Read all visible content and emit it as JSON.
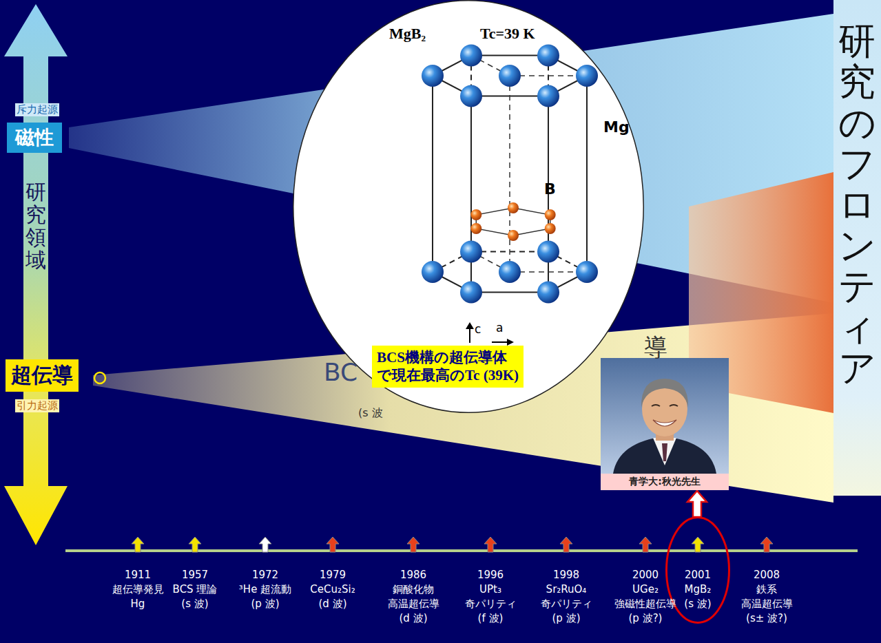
{
  "diagram": {
    "nodes": [
      {
        "text": [
          "磁性"
        ]
      },
      {
        "text": [
          "超伝導"
        ]
      },
      {
        "text": [
          "MgB₂",
          "Tc=39 K"
        ]
      },
      {
        "text": [
          "BCS機構の超伝導体で現在最高のTc (39K)"
        ],
        "in": 2
      },
      {
        "text": [
          "青学大:秋光先生"
        ]
      },
      {
        "text": [
          "2001",
          "MgB₂",
          "(s 波)"
        ]
      }
    ],
    "edges": [
      {
        "from": 5,
        "to": 4,
        "arrow": "to"
      }
    ],
    "labels": [
      "斥力起源",
      "研究領域",
      "引力起源",
      "研究のフロンティア",
      "BC",
      "(s 波",
      "導",
      "Mg",
      "B",
      "c",
      "a",
      "1911",
      "超伝導発見",
      "Hg",
      "1957",
      "BCS 理論",
      "(s 波)",
      "1972",
      "³He 超流動",
      "(p 波)",
      "1979",
      "CeCu₂Si₂",
      "(d 波)",
      "1986",
      "銅酸化物",
      "高温超伝導",
      "(d 波)",
      "1996",
      "UPt₃",
      "奇パリティ",
      "(f 波)",
      "1998",
      "Sr₂RuO₄",
      "奇パリティ",
      "(p 波)",
      "2000",
      "UGe₂",
      "強磁性超伝導",
      "(p 波?)",
      "2008",
      "鉄系",
      "高温超伝導",
      "(s± 波?)"
    ]
  }
}
